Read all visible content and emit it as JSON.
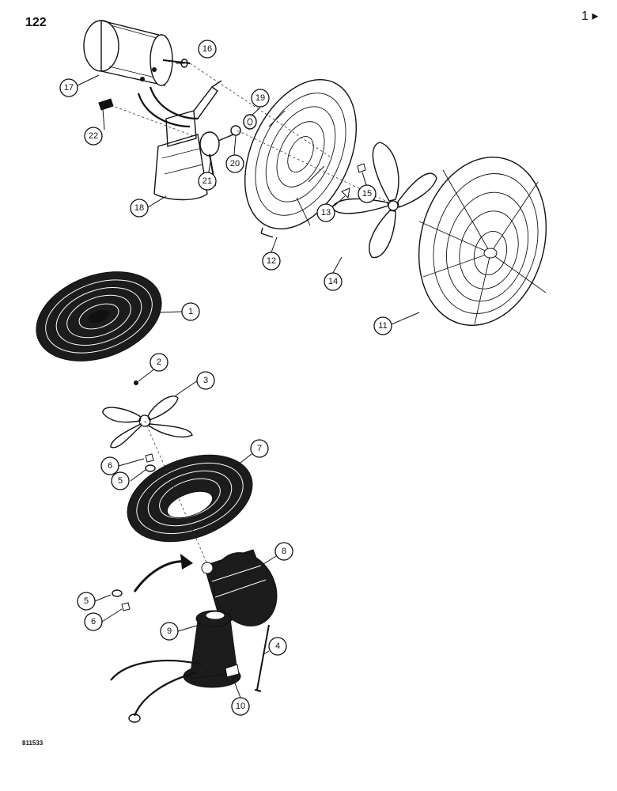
{
  "page": {
    "number": "122",
    "corner_mark": "1 ▸",
    "figure_id": "811533"
  },
  "callouts": [
    "1",
    "2",
    "3",
    "4",
    "5",
    "6",
    "7",
    "8",
    "9",
    "10",
    "11",
    "12",
    "13",
    "14",
    "15",
    "16",
    "17",
    "18",
    "19",
    "20",
    "21",
    "22",
    "5",
    "6"
  ]
}
